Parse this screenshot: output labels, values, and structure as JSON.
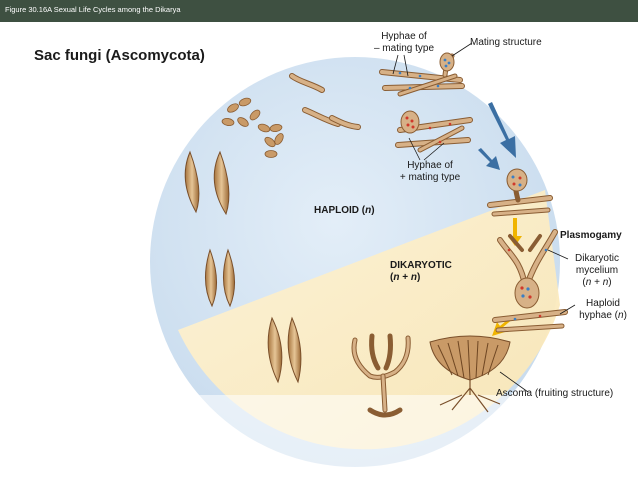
{
  "header": {
    "figure_caption": "Figure 30.16A  Sexual Life Cycles among the Dikarya"
  },
  "diagram": {
    "title": "Sac fungi (Ascomycota)",
    "labels": {
      "hyphae_minus_line1": "Hyphae of",
      "hyphae_minus_line2": "– mating type",
      "mating_structure": "Mating structure",
      "hyphae_plus_line1": "Hyphae of",
      "hyphae_plus_line2": "+ mating type",
      "haploid_prefix": "HAPLOID (",
      "haploid_n": "n",
      "haploid_suffix": ")",
      "dikaryotic": "DIKARYOTIC",
      "dikaryotic_open": "(",
      "dikaryotic_n1": "n",
      "dikaryotic_plus": " + ",
      "dikaryotic_n2": "n",
      "dikaryotic_close": ")",
      "plasmogamy": "Plasmogamy",
      "dikaryotic_mycelium_line1": "Dikaryotic",
      "dikaryotic_mycelium_line2": "mycelium",
      "dikaryotic_mycelium_open": "(",
      "dikaryotic_mycelium_n1": "n",
      "dikaryotic_mycelium_plus": " + ",
      "dikaryotic_mycelium_n2": "n",
      "dikaryotic_mycelium_close": ")",
      "haploid_hyphae_line1": "Haploid",
      "haploid_hyphae_prefix": "hyphae (",
      "haploid_hyphae_n": "n",
      "haploid_hyphae_suffix": ")",
      "ascoma": "Ascoma (fruiting structure)"
    },
    "colors": {
      "header_bar": "#3e5041",
      "haploid_region": "#d5e5f2",
      "dikaryotic_region": "#fbeec7",
      "hypha_tan": "#c99a67",
      "hypha_outline": "#8a5d33",
      "nucleus_red": "#d0392b",
      "nucleus_blue": "#3b7fc4",
      "arrow_blue": "#3b6fa3",
      "arrow_yellow": "#f0b400"
    }
  }
}
